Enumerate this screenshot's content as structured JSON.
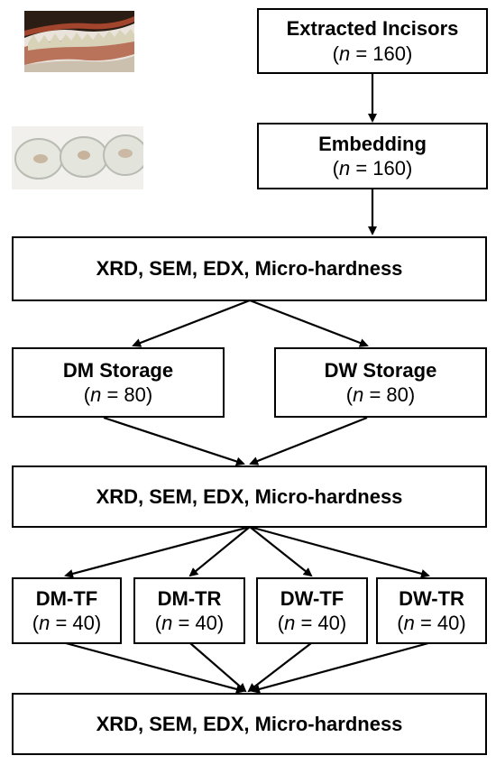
{
  "nodes": {
    "extracted": {
      "title": "Extracted Incisors",
      "n": "160"
    },
    "embedding": {
      "title": "Embedding",
      "n": "160"
    },
    "analysis1": {
      "title": "XRD, SEM, EDX, Micro-hardness"
    },
    "dm_storage": {
      "title": "DM Storage",
      "n": "80"
    },
    "dw_storage": {
      "title": "DW Storage",
      "n": "80"
    },
    "analysis2": {
      "title": "XRD, SEM, EDX, Micro-hardness"
    },
    "dm_tf": {
      "title": "DM-TF",
      "n": "40"
    },
    "dm_tr": {
      "title": "DM-TR",
      "n": "40"
    },
    "dw_tf": {
      "title": "DW-TF",
      "n": "40"
    },
    "dw_tr": {
      "title": "DW-TR",
      "n": "40"
    },
    "analysis3": {
      "title": "XRD, SEM, EDX, Micro-hardness"
    }
  },
  "labels": {
    "n_symbol": "n",
    "equals": " = "
  },
  "images": {
    "jaw_photo": "extracted incisors in jaw photograph",
    "embedding_photo": "embedded samples in dishes photograph"
  }
}
